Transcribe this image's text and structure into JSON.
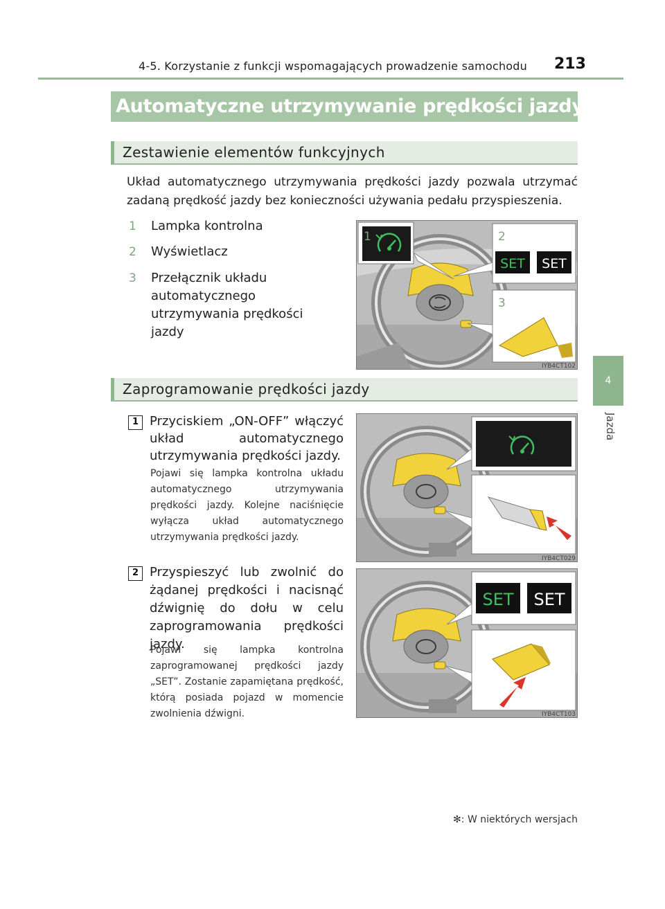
{
  "header": {
    "section": "4-5. Korzystanie z funkcji wspomagających prowadzenie samochodu",
    "page_number": "213"
  },
  "side_tab": {
    "chapter_number": "4",
    "chapter_label": "Jazda"
  },
  "title": {
    "text": "Automatyczne utrzymywanie prędkości jazdy",
    "mark": "✻"
  },
  "section1": {
    "heading": "Zestawienie elementów funkcyjnych",
    "intro": "Układ automatycznego utrzymywania prędkości jazdy pozwala utrzymać zadaną prędkość jazdy bez konieczności używania pedału przyspieszenia.",
    "items": [
      {
        "num": "1",
        "text": "Lampka kontrolna"
      },
      {
        "num": "2",
        "text": "Wyświetlacz"
      },
      {
        "num": "3",
        "text": "Przełącznik układu automatycznego utrzymywania prędkości jazdy"
      }
    ],
    "figure": {
      "code": "IYB4CT102",
      "callouts": [
        "1",
        "2",
        "3"
      ],
      "set_labels": [
        "SET",
        "SET"
      ]
    }
  },
  "section2": {
    "heading": "Zaprogramowanie prędkości jazdy",
    "steps": [
      {
        "num": "1",
        "main": "Przyciskiem „ON-OFF” włączyć układ automatycznego utrzymywania prędkości jazdy.",
        "note": "Pojawi się lampka kontrolna układu automatycznego utrzymywania prędkości jazdy. Kolejne naciśnięcie wyłącza układ automatycznego utrzymywania prędkości jazdy.",
        "figure": {
          "code": "IYB4CT029"
        }
      },
      {
        "num": "2",
        "main": "Przyspieszyć lub zwolnić do żądanej prędkości i nacisnąć dźwignię do dołu w celu zaprogramowania prędkości jazdy.",
        "note": "Pojawi się lampka kontrolna zaprogramowanej prędkości jazdy „SET”. Zostanie zapamiętana prędkość, którą posiada pojazd w momencie zwolnienia dźwigni.",
        "figure": {
          "code": "IYB4CT103",
          "set_labels": [
            "SET",
            "SET"
          ]
        }
      }
    ]
  },
  "footnote": {
    "mark": "✻",
    "text": ": W niektórych wersjach"
  },
  "colors": {
    "accent_green": "#8fb58e",
    "title_bar": "#a7c6a6",
    "highlight_yellow": "#f2d23a",
    "arrow_red": "#d9362b",
    "indicator_green": "#3fc060"
  }
}
